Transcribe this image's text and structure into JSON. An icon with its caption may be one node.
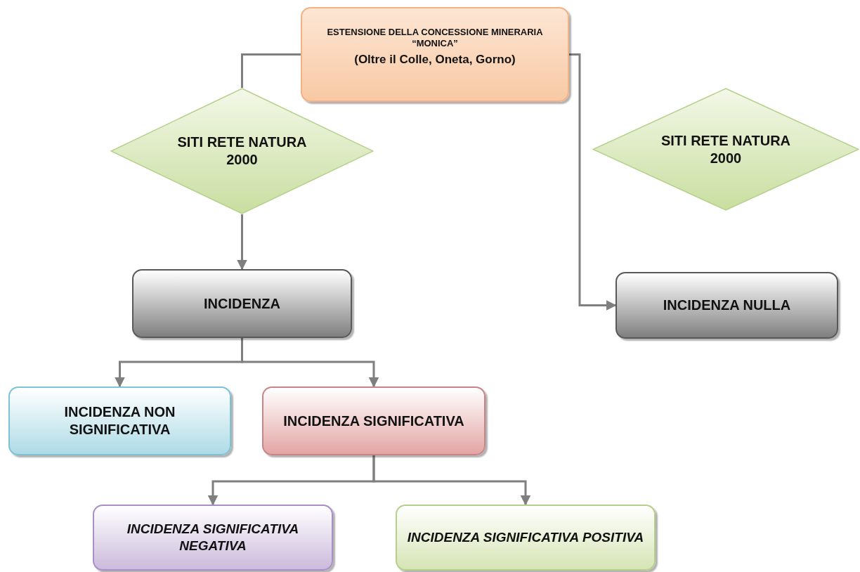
{
  "diagram": {
    "nodes": [
      {
        "text": [
          "ESTENSIONE DELLA CONCESSIONE MINERARIA “MONICA”",
          "(Oltre il Colle, Oneta, Gorno)"
        ]
      },
      {
        "text": [
          "SITI RETE NATURA 2000"
        ]
      },
      {
        "text": [
          "SITI RETE NATURA 2000"
        ]
      },
      {
        "text": [
          "INCIDENZA"
        ]
      },
      {
        "text": [
          "INCIDENZA NULLA"
        ]
      },
      {
        "text": [
          "INCIDENZA NON SIGNIFICATIVA"
        ]
      },
      {
        "text": [
          "INCIDENZA SIGNIFICATIVA"
        ]
      },
      {
        "text": [
          "INCIDENZA SIGNIFICATIVA NEGATIVA"
        ]
      },
      {
        "text": [
          "INCIDENZA SIGNIFICATIVA POSITIVA"
        ]
      }
    ],
    "edges": [
      {
        "from": 0,
        "to": 1,
        "arrow": "none"
      },
      {
        "from": 0,
        "to": 4,
        "arrow": "to"
      },
      {
        "from": 1,
        "to": 3,
        "arrow": "to"
      },
      {
        "from": 3,
        "to": 5,
        "arrow": "to"
      },
      {
        "from": 3,
        "to": 6,
        "arrow": "to"
      },
      {
        "from": 6,
        "to": 7,
        "arrow": "to"
      },
      {
        "from": 6,
        "to": 8,
        "arrow": "to"
      }
    ]
  }
}
